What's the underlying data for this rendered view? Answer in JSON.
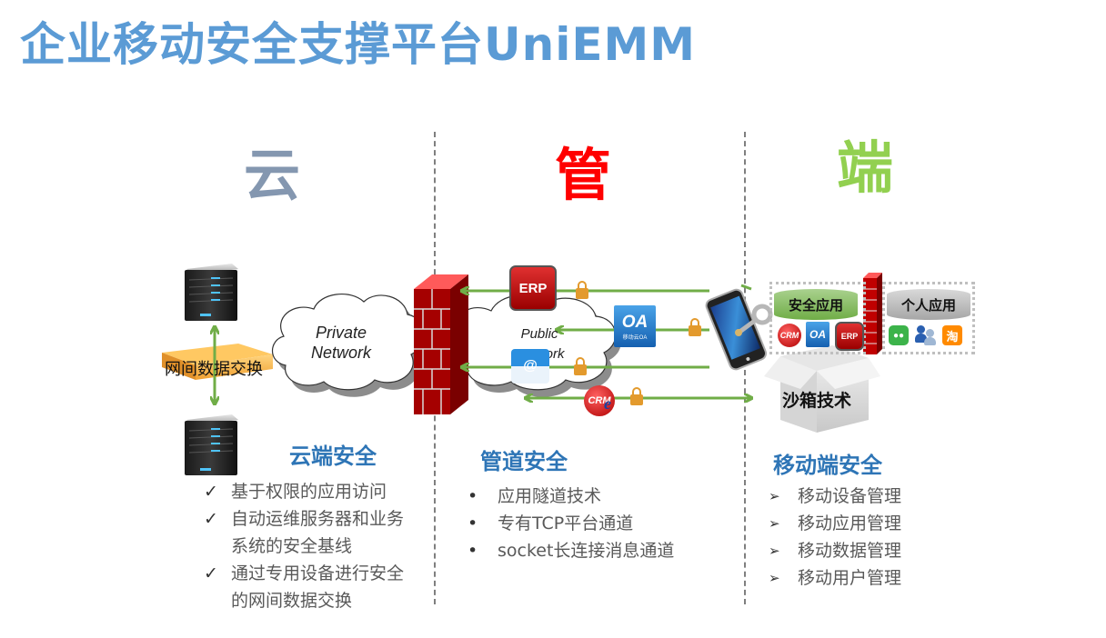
{
  "title": "企业移动安全支撑平台UniEMM",
  "columns": {
    "cloud": {
      "label": "云",
      "color": "#8497b0"
    },
    "pipe": {
      "label": "管",
      "color": "#ff0000"
    },
    "terminal": {
      "label": "端",
      "color": "#92d050"
    }
  },
  "diagram": {
    "exchange_label": "网间数据交换",
    "private_cloud": {
      "line1": "Private",
      "line2": "Network"
    },
    "public_cloud": {
      "line1": "Public",
      "line2": "Network"
    },
    "apps": {
      "erp": "ERP",
      "oa": "OA",
      "oa_sub": "移动云OA",
      "mail": "@",
      "crm": "CRM",
      "crm_e": "e"
    },
    "secure_apps_label": "安全应用",
    "personal_apps_label": "个人应用",
    "personal_apps": [
      "wechat-icon",
      "qq-users-icon",
      "taobao-icon"
    ],
    "taobao_glyph": "淘",
    "sandbox_label": "沙箱技术"
  },
  "sections": {
    "cloud": {
      "title": "云端安全",
      "marker": "✓",
      "items": [
        {
          "line1": "基于权限的应用访问",
          "line2": ""
        },
        {
          "line1": "自动运维服务器和业务",
          "line2": "系统的安全基线"
        },
        {
          "line1": "通过专用设备进行安全",
          "line2": "的网间数据交换"
        }
      ]
    },
    "pipe": {
      "title": "管道安全",
      "marker": "•",
      "items": [
        "应用隧道技术",
        "专有TCP平台通道",
        "socket长连接消息通道"
      ]
    },
    "terminal": {
      "title": "移动端安全",
      "marker": "➢",
      "items": [
        "移动设备管理",
        "移动应用管理",
        "移动数据管理",
        "移动用户管理"
      ]
    }
  },
  "colors": {
    "title": "#5b9bd5",
    "section_title": "#2e75b6",
    "arrow": "#70ad47",
    "firewall": "#a50000",
    "lock": "#e39a2d"
  }
}
